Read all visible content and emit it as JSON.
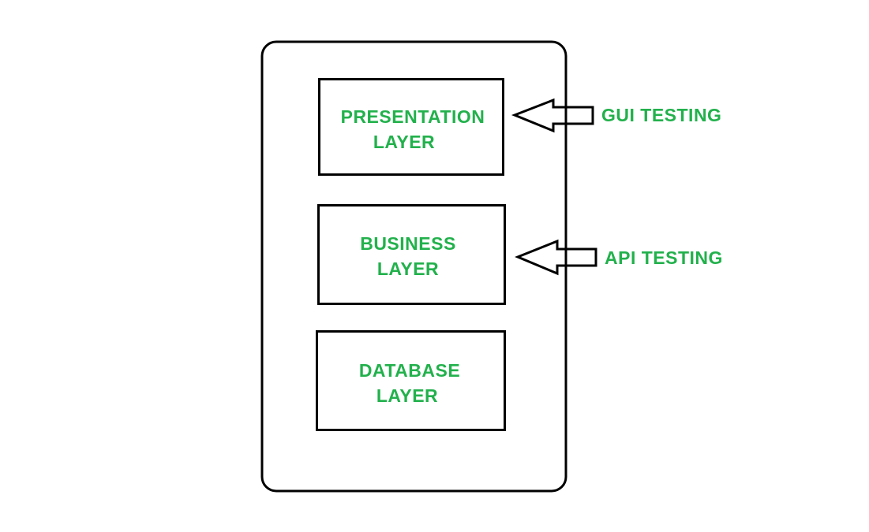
{
  "colors": {
    "stroke": "#000000",
    "text": "#22b14c",
    "background": "#ffffff"
  },
  "layers": [
    {
      "line1": "PRESENTATION",
      "line2": "LAYER"
    },
    {
      "line1": "BUSINESS",
      "line2": "LAYER"
    },
    {
      "line1": "DATABASE",
      "line2": "LAYER"
    }
  ],
  "annotations": [
    {
      "label": "GUI TESTING",
      "target_layer": 0,
      "icon": "left-arrow-icon"
    },
    {
      "label": "API TESTING",
      "target_layer": 1,
      "icon": "left-arrow-icon"
    }
  ]
}
